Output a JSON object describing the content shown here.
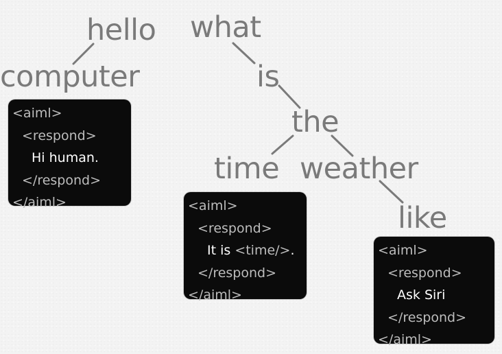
{
  "words": {
    "hello": "hello",
    "computer": "computer",
    "what": "what",
    "is": "is",
    "the": "the",
    "time": "time",
    "weather": "weather",
    "like": "like"
  },
  "code_boxes": {
    "computer": {
      "open_aiml": "<aiml>",
      "open_respond": "<respond>",
      "response": "Hi human.",
      "close_respond": "</respond>",
      "close_aiml": "</aiml>"
    },
    "time": {
      "open_aiml": "<aiml>",
      "open_respond": "<respond>",
      "response_prefix": "It is ",
      "response_tag": "<time/>",
      "response_suffix": ".",
      "close_respond": "</respond>",
      "close_aiml": "</aiml>"
    },
    "like": {
      "open_aiml": "<aiml>",
      "open_respond": "<respond>",
      "response": "Ask Siri",
      "close_respond": "</respond>",
      "close_aiml": "</aiml>"
    }
  },
  "colors": {
    "word": "#7a7a7a",
    "box_background": "#0b0b0b",
    "tag_text": "#bdbdbd",
    "response_text": "#ffffff",
    "page_background": "#f3f3f3"
  }
}
